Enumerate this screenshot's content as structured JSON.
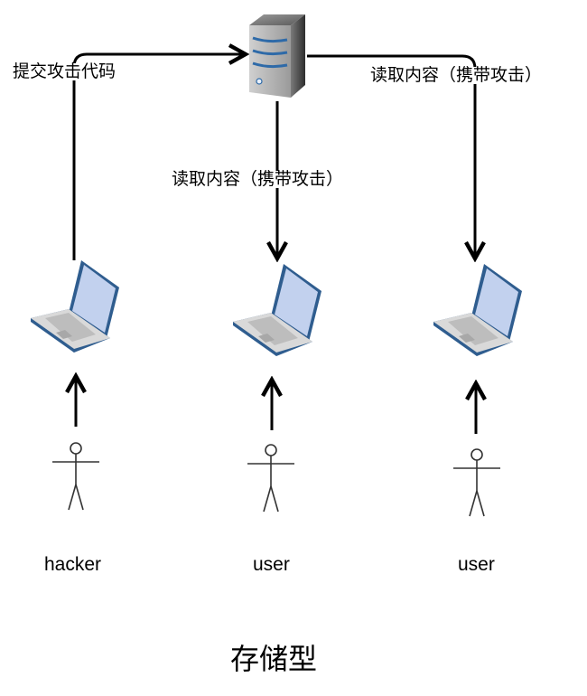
{
  "diagram": {
    "title": "存储型",
    "nodes": {
      "server": {
        "label": "",
        "icon": "server-icon"
      },
      "laptops": [
        {
          "id": "hacker-laptop",
          "icon": "laptop-icon"
        },
        {
          "id": "user1-laptop",
          "icon": "laptop-icon"
        },
        {
          "id": "user2-laptop",
          "icon": "laptop-icon"
        }
      ],
      "actors": [
        {
          "id": "hacker",
          "label": "hacker",
          "icon": "stick-figure-icon"
        },
        {
          "id": "user1",
          "label": "user",
          "icon": "stick-figure-icon"
        },
        {
          "id": "user2",
          "label": "user",
          "icon": "stick-figure-icon"
        }
      ]
    },
    "edges": [
      {
        "from": "hacker-laptop",
        "to": "server",
        "label": "提交攻击代码"
      },
      {
        "from": "server",
        "to": "user1-laptop",
        "label": "读取内容（携带攻击）"
      },
      {
        "from": "server",
        "to": "user2-laptop",
        "label": "读取内容（携带攻击）"
      },
      {
        "from": "hacker",
        "to": "hacker-laptop",
        "label": ""
      },
      {
        "from": "user1",
        "to": "user1-laptop",
        "label": ""
      },
      {
        "from": "user2",
        "to": "user2-laptop",
        "label": ""
      }
    ],
    "colors": {
      "line": "#000000",
      "laptop_screen": "#c2d1ee",
      "laptop_frame": "#2f5d8f",
      "laptop_body": "#d9d9d9",
      "server_stripe": "#2e6aa8"
    }
  }
}
